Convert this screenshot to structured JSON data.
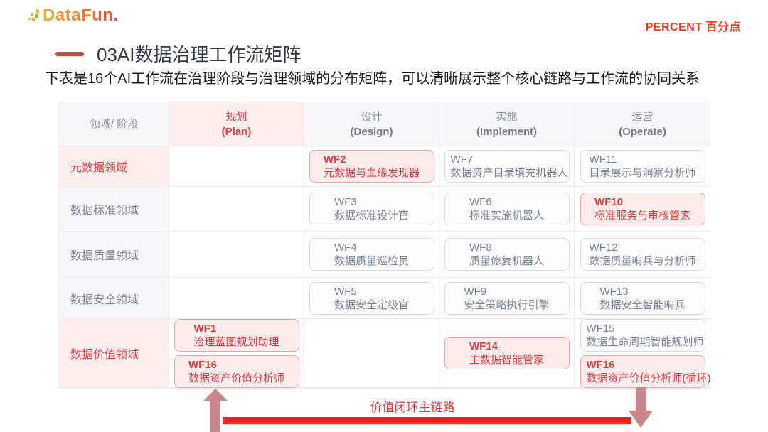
{
  "brand": {
    "logo": "DataFun.",
    "partner": "PERCENT 百分点"
  },
  "header": {
    "title": "03AI数据治理工作流矩阵",
    "subtitle": "下表是16个AI工作流在治理阶段与治理领域的分布矩阵，可以清晰展示整个核心链路与工作流的协同关系"
  },
  "matrix": {
    "columns": {
      "axis": "领域/ 阶段",
      "plan_zh": "规划",
      "plan_en": "(Plan)",
      "design_zh": "设计",
      "design_en": "(Design)",
      "implement_zh": "实施",
      "implement_en": "(Implement)",
      "operate_zh": "运营",
      "operate_en": "(Operate)"
    },
    "rows": [
      {
        "label": "元数据领域",
        "plan": [],
        "design": [
          {
            "code": "WF2",
            "name": "元数据与血缘发现器",
            "style": "red"
          }
        ],
        "implement": [
          {
            "code": "WF7",
            "name": "数据资产目录填充机器人",
            "style": "gray"
          }
        ],
        "operate": [
          {
            "code": "WF11",
            "name": "目录展示与洞察分析师",
            "style": "gray"
          }
        ]
      },
      {
        "label": "数据标准领域",
        "plan": [],
        "design": [
          {
            "code": "WF3",
            "name": "数据标准设计官",
            "style": "gray"
          }
        ],
        "implement": [
          {
            "code": "WF6",
            "name": "标准实施机器人",
            "style": "gray"
          }
        ],
        "operate": [
          {
            "code": "WF10",
            "name": "标准服务与审核管家",
            "style": "red"
          }
        ]
      },
      {
        "label": "数据质量领域",
        "plan": [],
        "design": [
          {
            "code": "WF4",
            "name": "数据质量巡检员",
            "style": "gray"
          }
        ],
        "implement": [
          {
            "code": "WF8",
            "name": "质量修复机器人",
            "style": "gray"
          }
        ],
        "operate": [
          {
            "code": "WF12",
            "name": "数据质量哨兵与分析师",
            "style": "gray"
          }
        ]
      },
      {
        "label": "数据安全领域",
        "plan": [],
        "design": [
          {
            "code": "WF5",
            "name": "数据安全定级官",
            "style": "gray"
          }
        ],
        "implement": [
          {
            "code": "WF9",
            "name": "安全策略执行引擎",
            "style": "gray"
          }
        ],
        "operate": [
          {
            "code": "WF13",
            "name": "数据安全智能哨兵",
            "style": "gray"
          }
        ]
      },
      {
        "label": "数据价值领域",
        "plan": [
          {
            "code": "WF1",
            "name": "治理蓝图规划助理",
            "style": "red"
          },
          {
            "code": "WF16",
            "name": "数据资产价值分析师",
            "style": "red"
          }
        ],
        "design": [],
        "implement": [
          {
            "code": "WF14",
            "name": "主数据智能管家",
            "style": "red"
          }
        ],
        "operate": [
          {
            "code": "WF15",
            "name": "数据生命周期智能规划师",
            "style": "gray"
          },
          {
            "code": "WF16",
            "name": "数据资产价值分析师(循环)",
            "style": "red"
          }
        ]
      }
    ]
  },
  "flow": {
    "label": "价值闭环主链路"
  },
  "colors": {
    "accent_red": "#e23a3e",
    "highlight_bg": "#fdeeee",
    "red_box_border": "#f3a3a3",
    "gray_text": "#7b8494",
    "header_bg": "#f7f7f9",
    "loop_bar_red": "#f32020",
    "arrow_rose": "#c9868c",
    "partner_red": "#ff3a1e",
    "logo_orange": "#ef7d35"
  }
}
